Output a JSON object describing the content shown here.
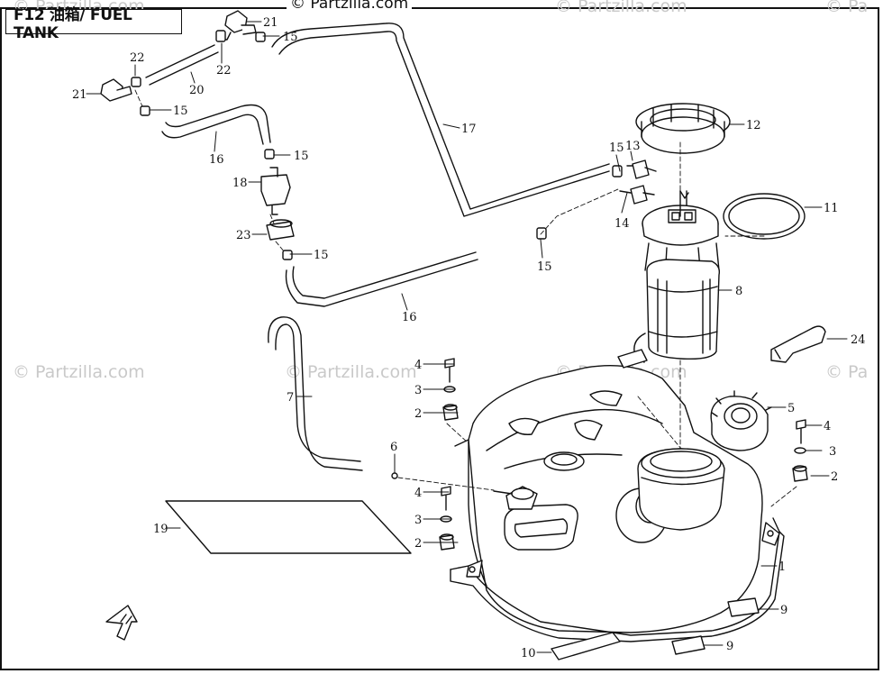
{
  "header": {
    "title": "F12 油箱/ FUEL TANK",
    "copyright": "© Partzilla.com"
  },
  "watermarks": [
    "© Partzilla.com",
    "© Partzilla.com",
    "© Partzilla.com",
    "© Pa",
    "© Partzilla.com",
    "© Partzilla.com",
    "© Partzilla.com",
    "© Pa"
  ],
  "callouts": {
    "c1": "1",
    "c2a": "2",
    "c2b": "2",
    "c2c": "2",
    "c3a": "3",
    "c3b": "3",
    "c3c": "3",
    "c4a": "4",
    "c4b": "4",
    "c4c": "4",
    "c5": "5",
    "c6": "6",
    "c7": "7",
    "c8": "8",
    "c9a": "9",
    "c9b": "9",
    "c10": "10",
    "c11": "11",
    "c12": "12",
    "c13": "13",
    "c14": "14",
    "c15a": "15",
    "c15b": "15",
    "c15c": "15",
    "c15d": "15",
    "c15e": "15",
    "c15f": "15",
    "c16a": "16",
    "c16b": "16",
    "c17": "17",
    "c18": "18",
    "c19": "19",
    "c20": "20",
    "c21a": "21",
    "c21b": "21",
    "c22a": "22",
    "c22b": "22",
    "c23": "23",
    "c24": "24"
  },
  "colors": {
    "line": "#111111",
    "watermark": "#c9c9c9",
    "background": "#ffffff"
  },
  "icons": {
    "orientation_mark": "front-arrow-icon"
  }
}
